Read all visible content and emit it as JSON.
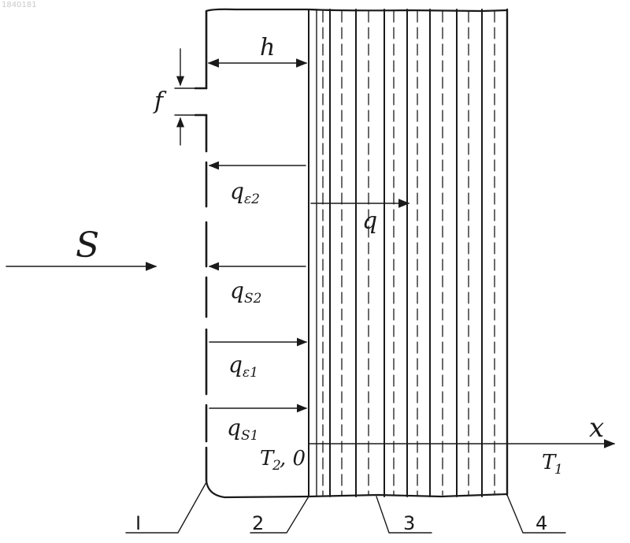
{
  "figure_id": "1840181",
  "labels": {
    "gap": "h",
    "slot": "f",
    "source": "S",
    "heat_flux": "q",
    "q_e2": "q",
    "q_e2_sub": "ε2",
    "q_s2": "q",
    "q_s2_sub": "S2",
    "q_e1": "q",
    "q_e1_sub": "ε1",
    "q_s1": "q",
    "q_s1_sub": "S1",
    "temp_left": "T",
    "temp_left_sub": "2",
    "origin": ", 0",
    "axis_x": "x",
    "temp_right": "T",
    "temp_right_sub": "1"
  },
  "callouts": [
    "I",
    "2",
    "3",
    "4"
  ],
  "colors": {
    "ink": "#1a1a1a",
    "paper": "#ffffff"
  }
}
